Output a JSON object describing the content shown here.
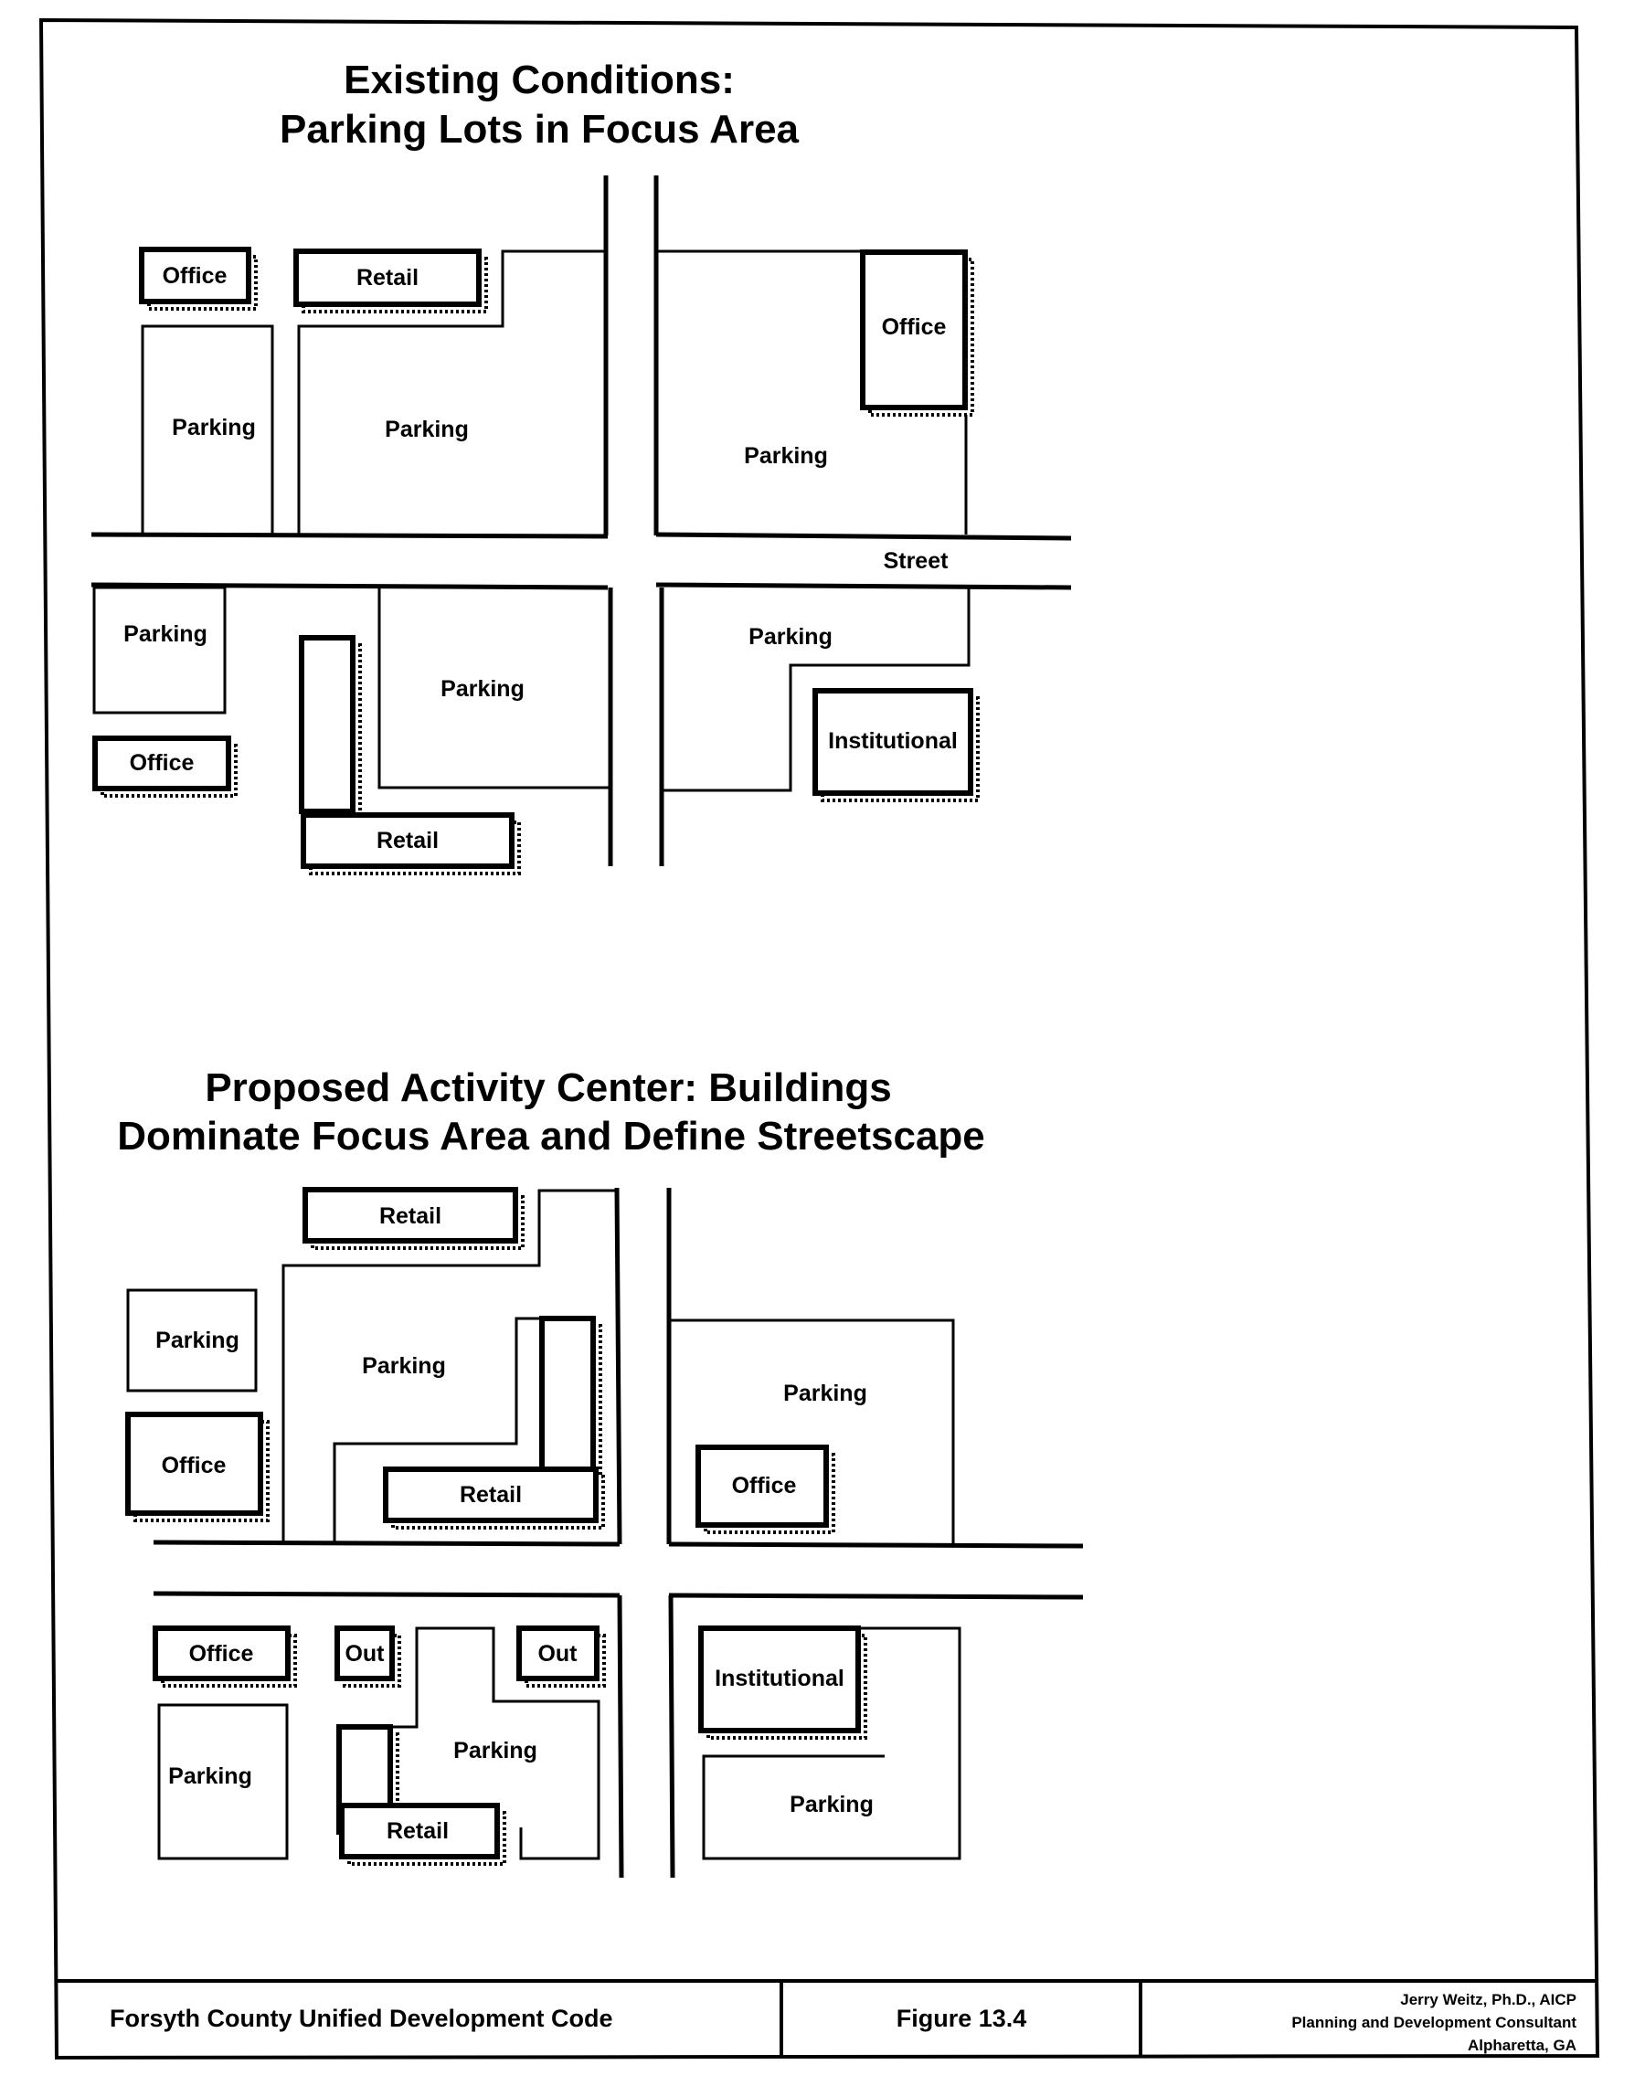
{
  "top_diagram": {
    "title_line1": "Existing Conditions:",
    "title_line2": "Parking Lots in Focus Area",
    "street_label": "Street",
    "labels": {
      "office": "Office",
      "retail": "Retail",
      "parking": "Parking",
      "institutional": "Institutional"
    }
  },
  "bottom_diagram": {
    "title_line1": "Proposed Activity Center: Buildings",
    "title_line2": "Dominate Focus Area and Define Streetscape",
    "labels": {
      "office": "Office",
      "retail": "Retail",
      "parking": "Parking",
      "institutional": "Institutional",
      "out": "Out"
    }
  },
  "footer": {
    "code_name": "Forsyth County Unified Development Code",
    "figure": "Figure 13.4",
    "consultant_name": "Jerry Weitz, Ph.D., AICP",
    "consultant_role": "Planning and Development Consultant",
    "consultant_city": "Alpharetta, GA"
  }
}
